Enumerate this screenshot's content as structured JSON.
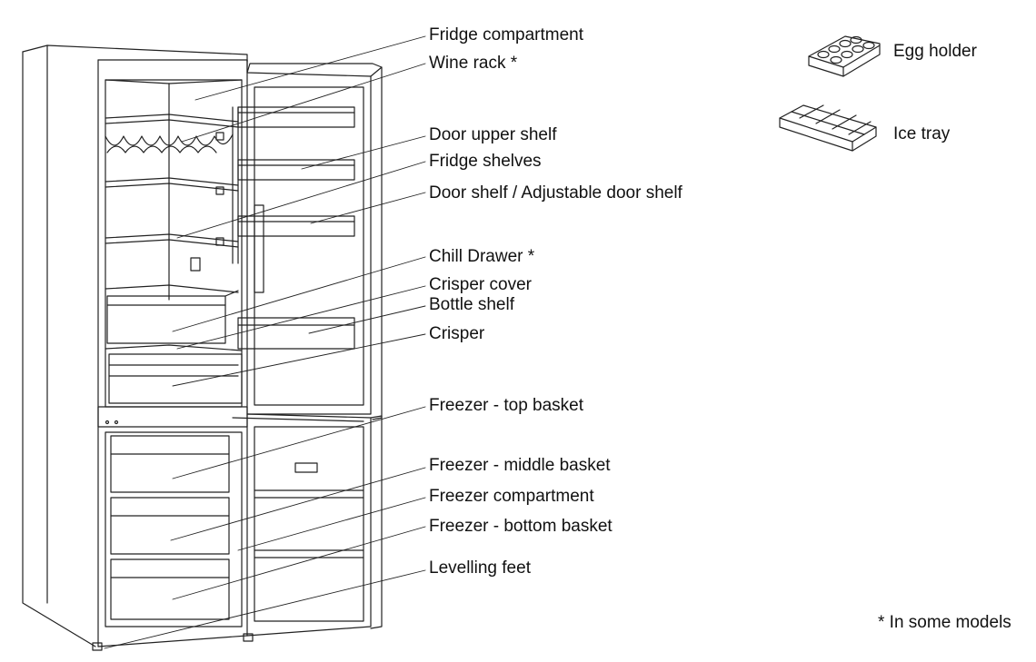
{
  "labels": {
    "fridge_compartment": "Fridge compartment",
    "wine_rack": "Wine rack *",
    "door_upper_shelf": "Door upper shelf",
    "fridge_shelves": "Fridge shelves",
    "door_shelf": "Door shelf / Adjustable door shelf",
    "chill_drawer": "Chill Drawer *",
    "crisper_cover": "Crisper cover",
    "bottle_shelf": "Bottle shelf",
    "crisper": "Crisper",
    "freezer_top_basket": "Freezer - top basket",
    "freezer_middle_basket": "Freezer - middle basket",
    "freezer_compartment": "Freezer compartment",
    "freezer_bottom_basket": "Freezer - bottom basket",
    "levelling_feet": "Levelling feet"
  },
  "accessories": {
    "egg_holder": "Egg holder",
    "ice_tray": "Ice tray"
  },
  "footnote": "* In some models",
  "colors": {
    "line": "#222222",
    "background": "#ffffff"
  }
}
